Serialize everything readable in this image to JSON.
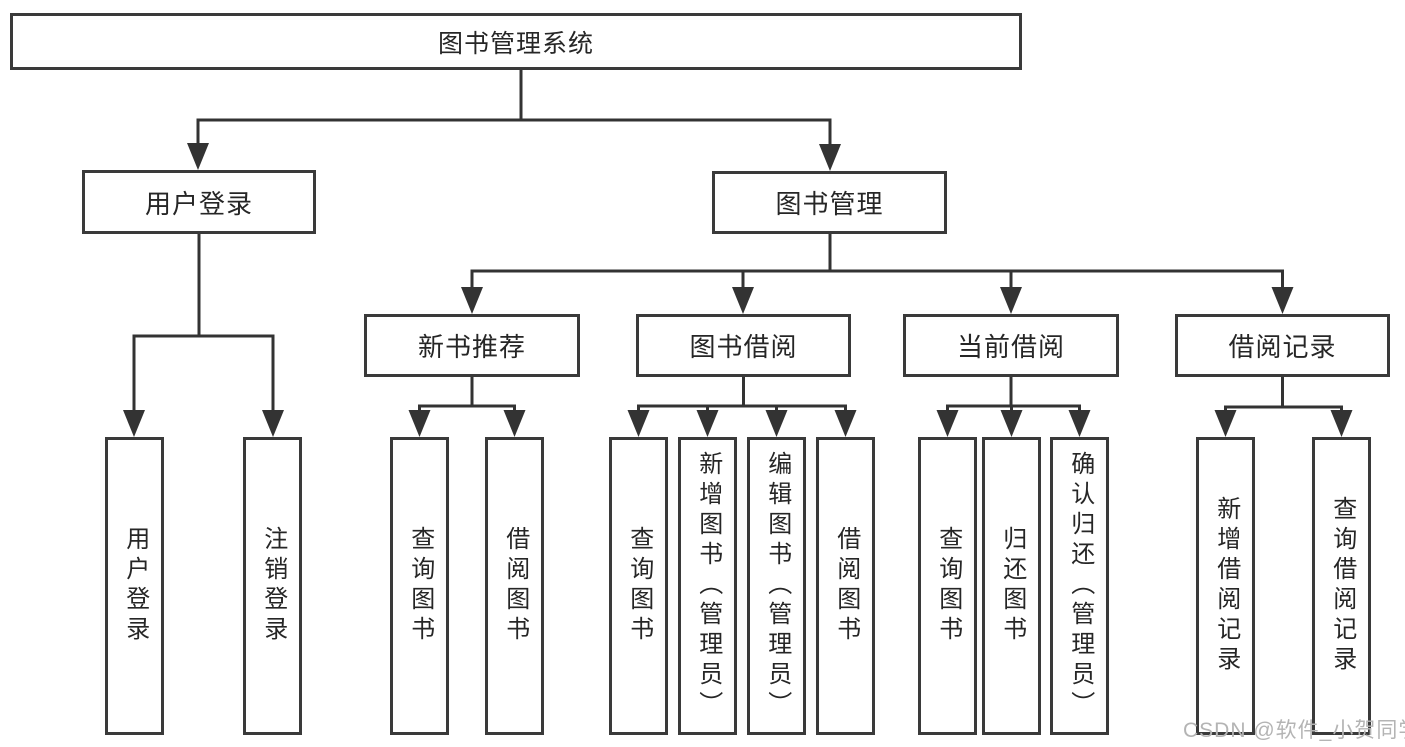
{
  "tree": {
    "root": "图书管理系统",
    "branches": [
      {
        "label": "用户登录",
        "children": [
          "用户登录",
          "注销登录"
        ]
      },
      {
        "label": "图书管理",
        "groups": [
          {
            "label": "新书推荐",
            "children": [
              "查询图书",
              "借阅图书"
            ]
          },
          {
            "label": "图书借阅",
            "children": [
              "查询图书",
              "新增图书（管理员）",
              "编辑图书（管理员）",
              "借阅图书"
            ]
          },
          {
            "label": "当前借阅",
            "children": [
              "查询图书",
              "归还图书",
              "确认归还（管理员）"
            ]
          },
          {
            "label": "借阅记录",
            "children": [
              "新增借阅记录",
              "查询借阅记录"
            ]
          }
        ]
      }
    ]
  },
  "watermark": "CSDN @软件_小贺同学",
  "colors": {
    "line": "#333333",
    "border": "#3a3a3a",
    "text": "#262626",
    "watermark": "#b4b4b4",
    "background": "#ffffff"
  }
}
